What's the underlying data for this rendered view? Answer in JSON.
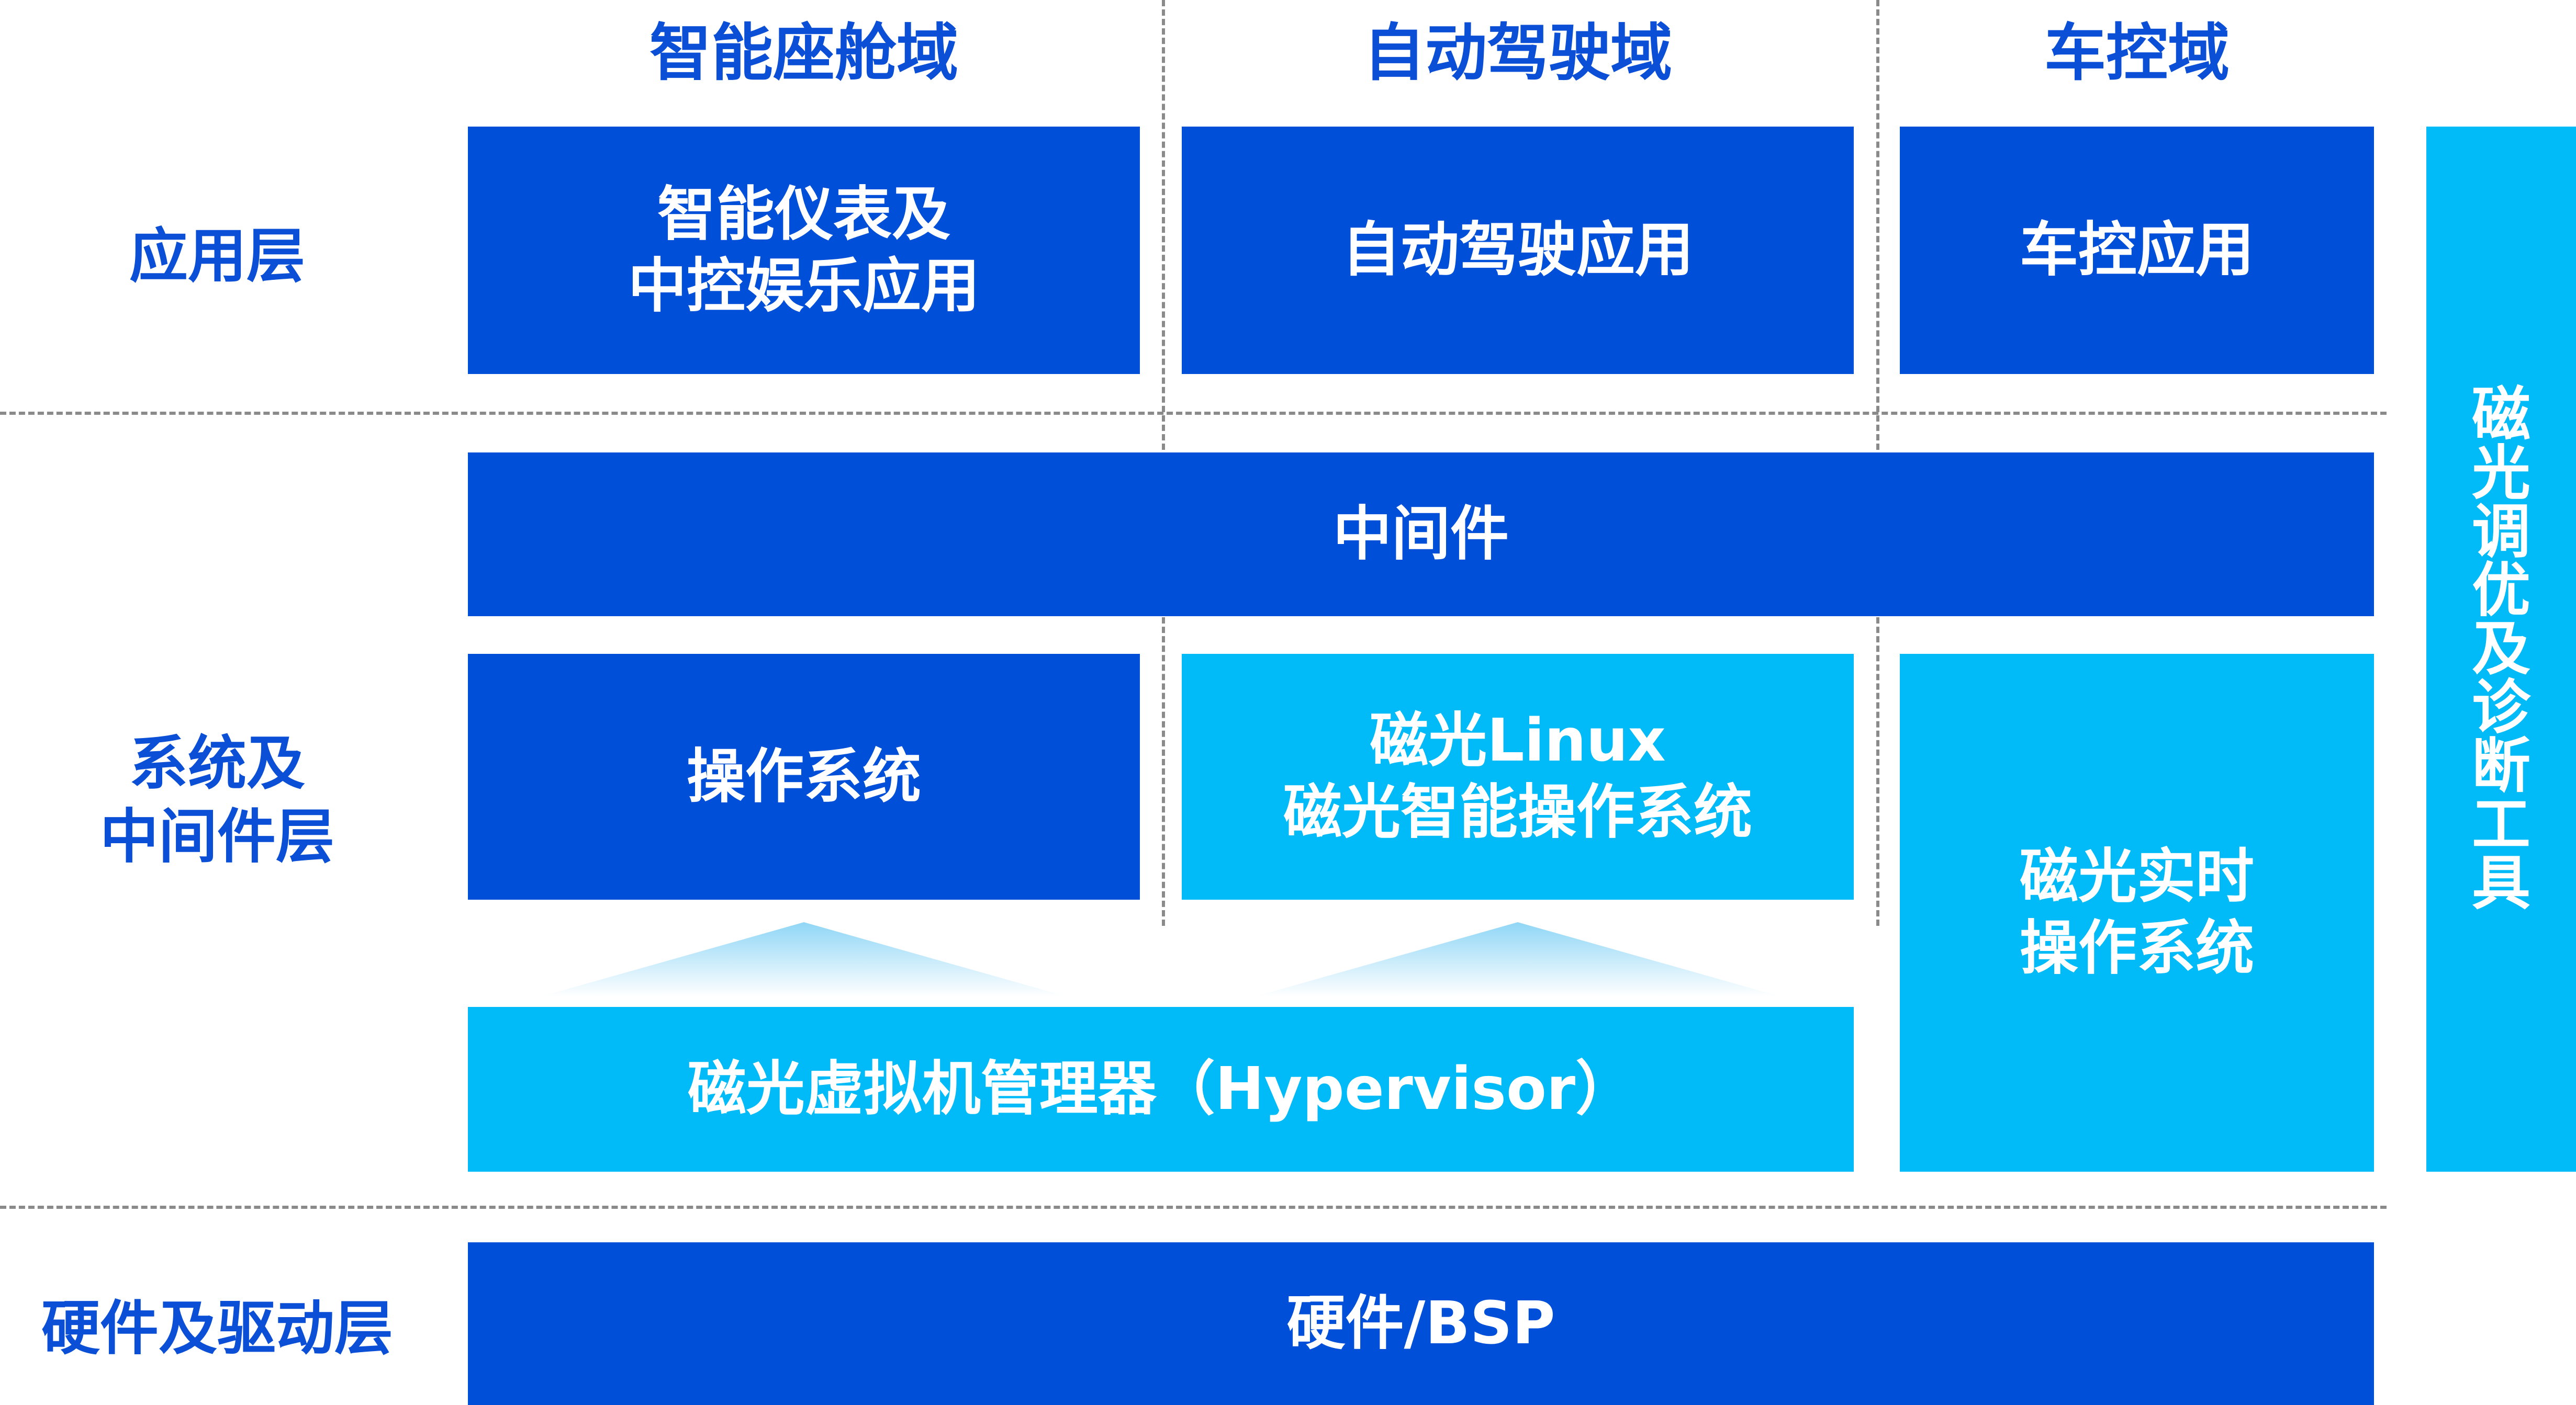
{
  "columns": {
    "cockpit": "智能座舱域",
    "autonomous": "自动驾驶域",
    "vehicle_control": "车控域"
  },
  "layers": {
    "application": "应用层",
    "system_line1": "系统及",
    "system_line2": "中间件层",
    "hardware": "硬件及驱动层"
  },
  "boxes": {
    "cockpit_app_line1": "智能仪表及",
    "cockpit_app_line2": "中控娱乐应用",
    "autonomous_app": "自动驾驶应用",
    "vehicle_control_app": "车控应用",
    "middleware": "中间件",
    "os": "操作系统",
    "linux_line1": "磁光Linux",
    "linux_line2": "磁光智能操作系统",
    "rtos_line1": "磁光实时",
    "rtos_line2": "操作系统",
    "hypervisor": "磁光虚拟机管理器（Hypervisor）",
    "hardware": "硬件/BSP",
    "tools": "磁光调优及诊断工具"
  },
  "colors": {
    "dark_blue": "#004fd9",
    "light_blue": "#00bbf7",
    "label_blue": "#0b4fd6",
    "divider_gray": "#8a8a8a"
  }
}
